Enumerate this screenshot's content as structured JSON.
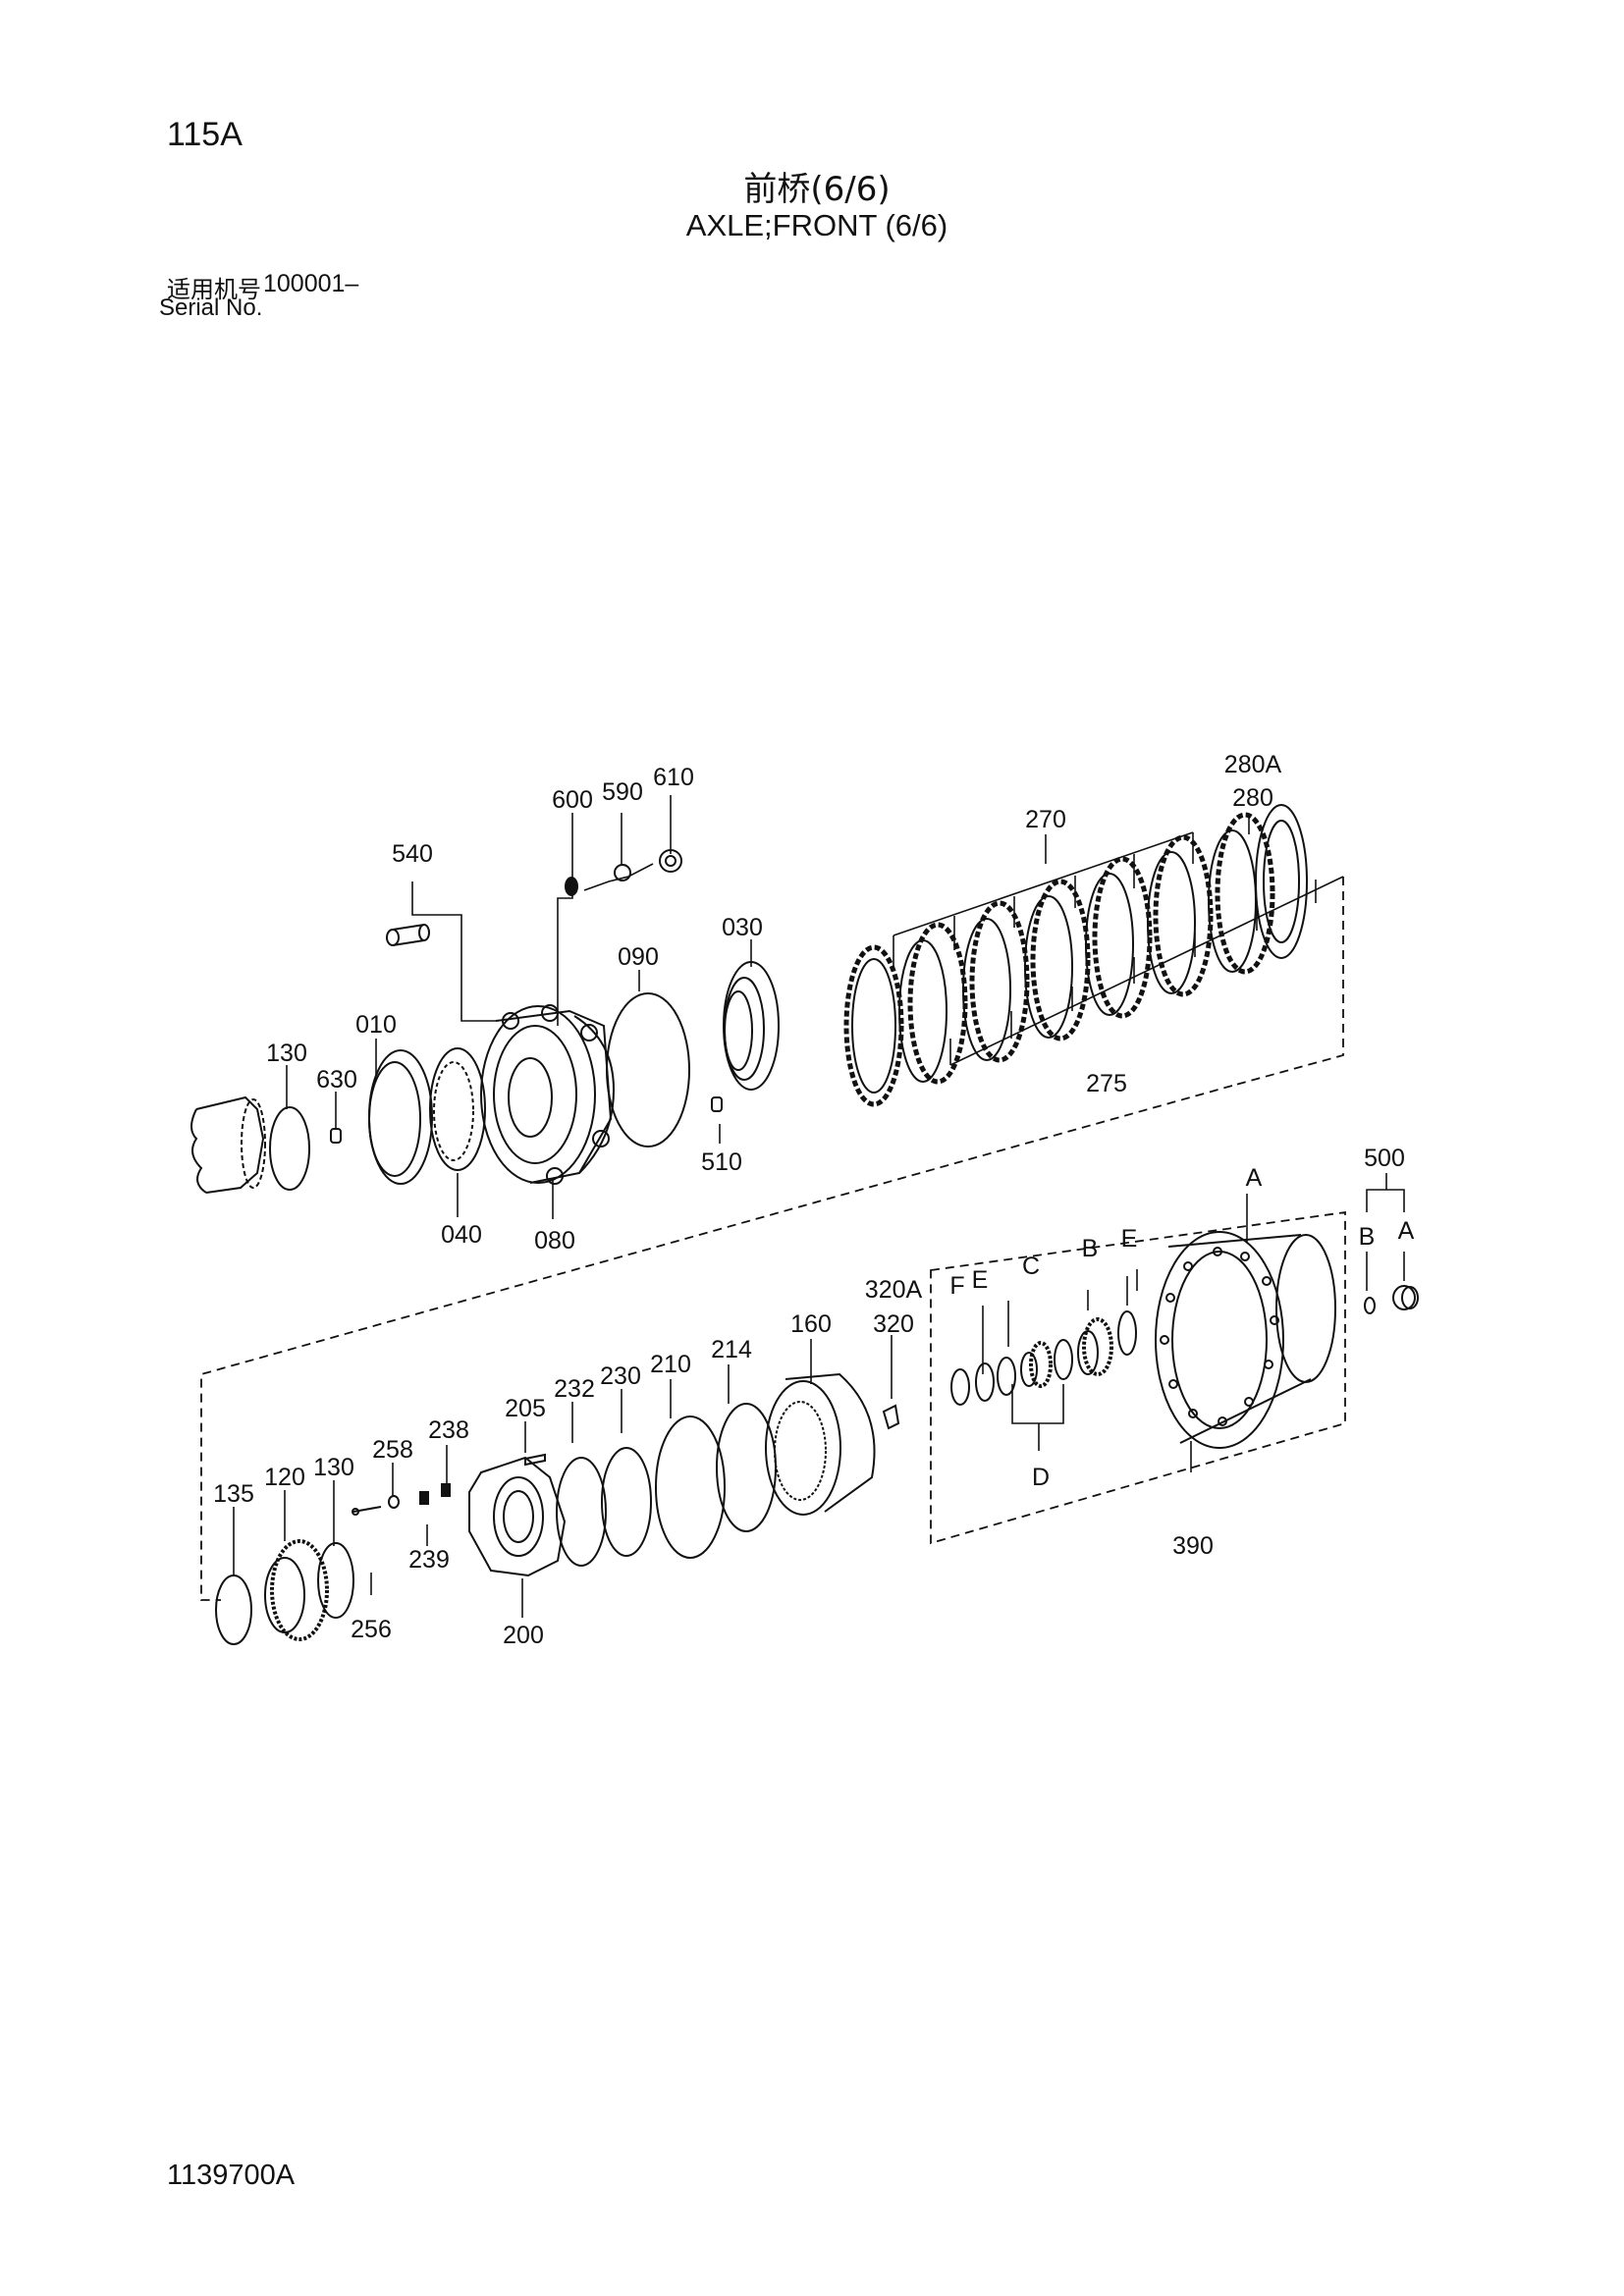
{
  "page_code": "115A",
  "title_cn": "前桥(6/6)",
  "title_en": "AXLE;FRONT (6/6)",
  "serial_label_cn": "适用机号",
  "serial_number": "100001–",
  "serial_label_en": "Serial No.",
  "drawing_number": "1139700A",
  "part_labels": {
    "p540": "540",
    "p600": "600",
    "p590": "590",
    "p610": "610",
    "p270": "270",
    "p280A": "280A",
    "p280": "280",
    "p090": "090",
    "p030": "030",
    "p010": "010",
    "p130a": "130",
    "p630": "630",
    "p040": "040",
    "p080": "080",
    "p510": "510",
    "p275": "275",
    "p500": "500",
    "p500B": "B",
    "p500A": "A",
    "p390A": "A",
    "p390B": "B",
    "p390C": "C",
    "p390D": "D",
    "p390E": "E",
    "p390E2": "E",
    "p390F": "F",
    "p390": "390",
    "p320A": "320A",
    "p320": "320",
    "p160": "160",
    "p214": "214",
    "p210": "210",
    "p230": "230",
    "p232": "232",
    "p205": "205",
    "p238": "238",
    "p258": "258",
    "p130b": "130",
    "p120": "120",
    "p135": "135",
    "p239": "239",
    "p256": "256",
    "p200": "200"
  }
}
